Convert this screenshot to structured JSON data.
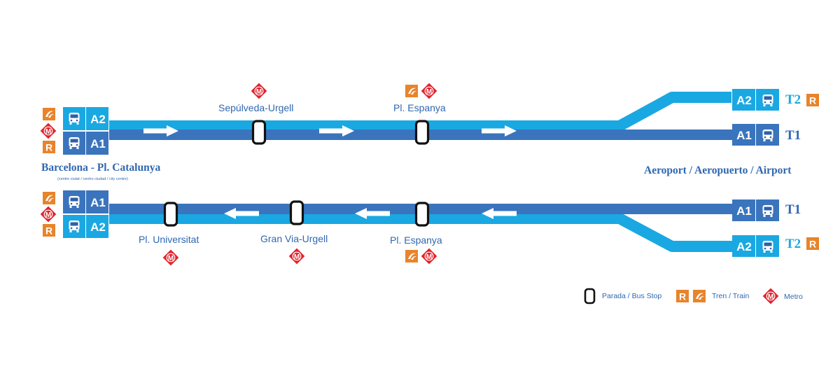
{
  "colors": {
    "line_a1": "#3a74bd",
    "line_a2": "#1aa8e2",
    "text_blue": "#2f67b1",
    "metro_red": "#e3222b",
    "train_orange": "#e8842b",
    "stop_black": "#111111"
  },
  "origin": {
    "name": "Barcelona - Pl. Catalunya",
    "subtitle": "(centre ciutat / centro ciudad / city centre)"
  },
  "destination": {
    "name": "Aeroport / Aeropuerto / Airport"
  },
  "routes": {
    "a1": "A1",
    "a2": "A2"
  },
  "terminals": {
    "t1": "T1",
    "t2": "T2"
  },
  "outbound_stops": [
    {
      "name": "Sepúlveda-Urgell",
      "connections": [
        "metro-icon"
      ]
    },
    {
      "name": "Pl. Espanya",
      "connections": [
        "train-icon",
        "metro-icon"
      ]
    }
  ],
  "inbound_stops": [
    {
      "name": "Pl. Universitat",
      "connections": [
        "metro-icon"
      ]
    },
    {
      "name": "Gran Via-Urgell",
      "connections": [
        "metro-icon"
      ]
    },
    {
      "name": "Pl. Espanya",
      "connections": [
        "train-icon",
        "metro-icon"
      ]
    }
  ],
  "legend": {
    "stop": "Parada / Bus Stop",
    "train": "Tren / Train",
    "metro": "Metro"
  },
  "icon_letters": {
    "metro": "M",
    "rodalies": "R"
  }
}
